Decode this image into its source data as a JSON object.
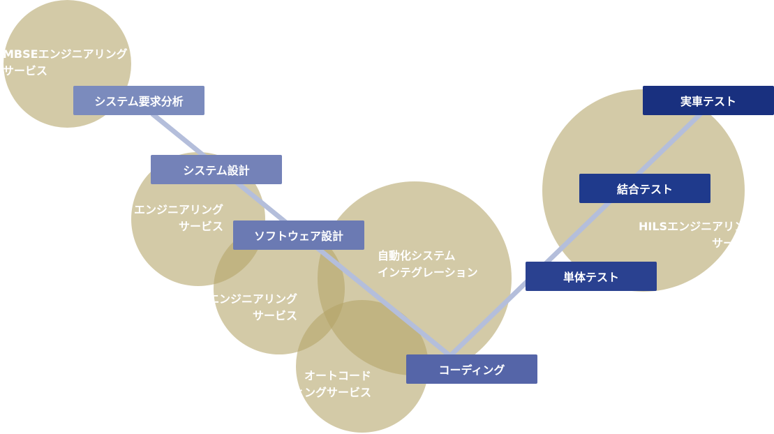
{
  "services": {
    "mbse": {
      "line1": "MBSEエンジニアリング",
      "line2": "サービス"
    },
    "eng_a": {
      "line1": "エンジニアリング",
      "line2": "サービス"
    },
    "eng_b": {
      "line1": "エンジニアリング",
      "line2": "サービス"
    },
    "integration": {
      "line1": "自動化システム",
      "line2": "インテグレーション"
    },
    "autocode": {
      "line1": "オートコード",
      "line2": "ジェネレーティングサービス"
    },
    "hils": {
      "line1": "HILSエンジニアリング",
      "line2": "サービス"
    }
  },
  "stages": {
    "req_analysis": "システム要求分析",
    "sys_design": "システム設計",
    "sw_design": "ソフトウェア設計",
    "coding": "コーディング",
    "unit_test": "単体テスト",
    "integration_test": "結合テスト",
    "vehicle_test": "実車テスト"
  },
  "colors": {
    "circle": "#b3a368",
    "line": "#b4bedb",
    "req": "#7b8bbd",
    "design": "#7482b8",
    "coding": "#5565a8",
    "unit": "#2a4190",
    "integ": "#1f3a8c",
    "vehicle": "#19307f"
  }
}
